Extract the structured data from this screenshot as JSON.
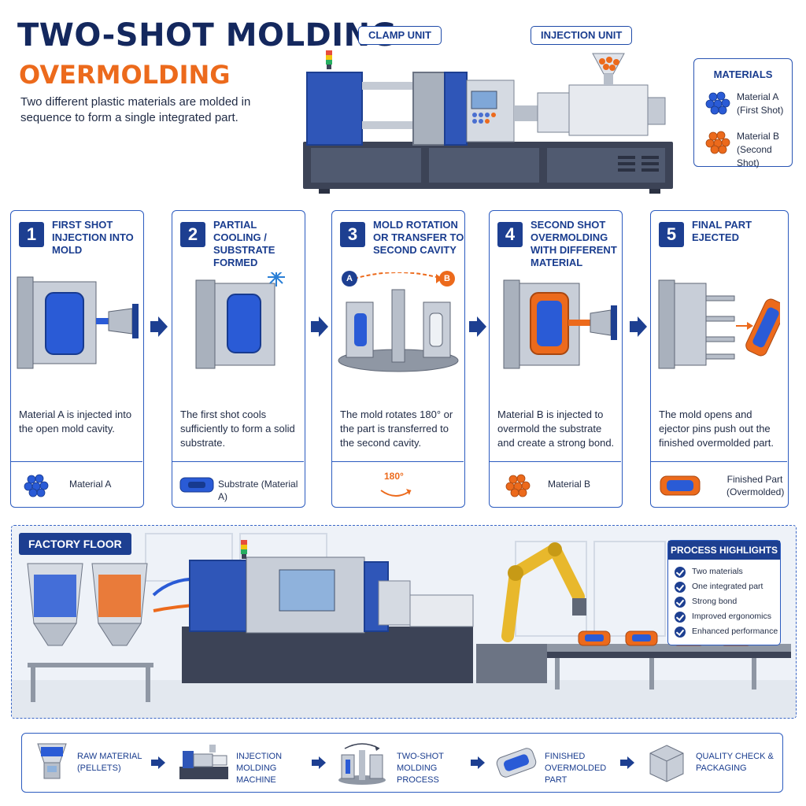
{
  "header": {
    "title": "TWO-SHOT MOLDING",
    "subtitle": "OVERMOLDING",
    "description": "Two different plastic materials are molded in sequence to form a single integrated part."
  },
  "callouts": {
    "clamp": "CLAMP UNIT",
    "injection": "INJECTION UNIT"
  },
  "materials": {
    "title": "MATERIALS",
    "items": [
      {
        "label": "Material A",
        "note": "(First Shot)",
        "color": "#2a5bd6"
      },
      {
        "label": "Material B",
        "note": "(Second Shot)",
        "color": "#ec6a1c"
      }
    ]
  },
  "steps": [
    {
      "number": "1",
      "title": "FIRST SHOT INJECTION INTO MOLD",
      "text": "Material A is injected into the open mold cavity.",
      "footer": "Material A"
    },
    {
      "number": "2",
      "title": "PARTIAL COOLING / SUBSTRATE FORMED",
      "text": "The first shot cools sufficiently to form a solid substrate.",
      "footer": "Substrate (Material A)"
    },
    {
      "number": "3",
      "title": "MOLD ROTATION OR TRANSFER TO SECOND CAVITY",
      "text": "The mold rotates 180° or the part is transferred to the second cavity.",
      "footer": "180°",
      "marker_a": "A",
      "marker_b": "B"
    },
    {
      "number": "4",
      "title": "SECOND SHOT OVERMOLDING WITH DIFFERENT MATERIAL",
      "text": "Material B is injected to overmold the substrate and create a strong bond.",
      "footer": "Material B"
    },
    {
      "number": "5",
      "title": "FINAL PART EJECTED",
      "text": "The mold opens and ejector pins push out the finished overmolded part.",
      "footer": "Finished Part (Overmolded)"
    }
  ],
  "factory": {
    "label": "FACTORY FLOOR",
    "highlights_title": "PROCESS HIGHLIGHTS",
    "highlights": [
      "Two materials",
      "One integrated part",
      "Strong bond",
      "Improved ergonomics",
      "Enhanced performance"
    ]
  },
  "flow": [
    {
      "label": "RAW MATERIAL (PELLETS)",
      "icon": "hopper-icon"
    },
    {
      "label": "INJECTION MOLDING MACHINE",
      "icon": "machine-icon"
    },
    {
      "label": "TWO-SHOT MOLDING PROCESS",
      "icon": "rotating-mold-icon"
    },
    {
      "label": "FINISHED OVERMOLDED PART",
      "icon": "part-icon"
    },
    {
      "label": "QUALITY CHECK & PACKAGING",
      "icon": "box-icon"
    }
  ],
  "colors": {
    "navy": "#1d3f91",
    "blue": "#2a5bd6",
    "orange": "#ec6a1c",
    "steel": "#9aa3b0"
  }
}
